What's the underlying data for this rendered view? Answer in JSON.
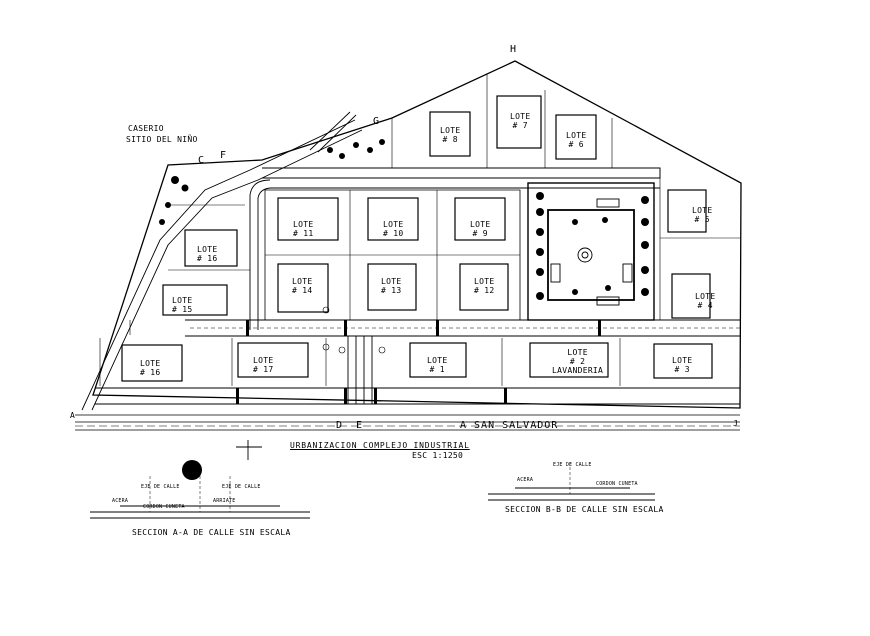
{
  "markers": {
    "h": "H",
    "g": "G",
    "c": "C",
    "f": "F",
    "a": "A",
    "d": "D",
    "e": "E",
    "j": "J"
  },
  "places": {
    "caserio": "CASERIO",
    "sitio": "SITIO DEL NIÑO",
    "san_salvador": "A SAN SALVADOR"
  },
  "lotes": [
    {
      "name": "LOTE",
      "num": "# 8"
    },
    {
      "name": "LOTE",
      "num": "# 7"
    },
    {
      "name": "LOTE",
      "num": "# 6"
    },
    {
      "name": "LOTE",
      "num": "# 5"
    },
    {
      "name": "LOTE",
      "num": "# 4"
    },
    {
      "name": "LOTE",
      "num": "# 11"
    },
    {
      "name": "LOTE",
      "num": "# 10"
    },
    {
      "name": "LOTE",
      "num": "# 9"
    },
    {
      "name": "LOTE",
      "num": "# 14"
    },
    {
      "name": "LOTE",
      "num": "# 13"
    },
    {
      "name": "LOTE",
      "num": "# 12"
    },
    {
      "name": "LOTE",
      "num": "# 16"
    },
    {
      "name": "LOTE",
      "num": "# 15"
    },
    {
      "name": "LOTE",
      "num": "# 16"
    },
    {
      "name": "LOTE",
      "num": "# 17"
    },
    {
      "name": "LOTE",
      "num": "# 1"
    },
    {
      "name": "LOTE",
      "num": "# 2"
    },
    {
      "name": "LOTE",
      "num": "# 3"
    }
  ],
  "lavanderia": "LAVANDERIA",
  "title": "URBANIZACION COMPLEJO INDUSTRIAL",
  "scale": "ESC 1:1250",
  "section_a": "SECCION A-A DE CALLE SIN ESCALA",
  "section_b": "SECCION B-B DE CALLE SIN ESCALA",
  "eje": "EJE DE CALLE",
  "acera": "ACERA",
  "cordon": "CORDON CUNETA",
  "arriate": "ARRIATE",
  "colors": {
    "line": "#000000",
    "paper": "#ffffff"
  }
}
